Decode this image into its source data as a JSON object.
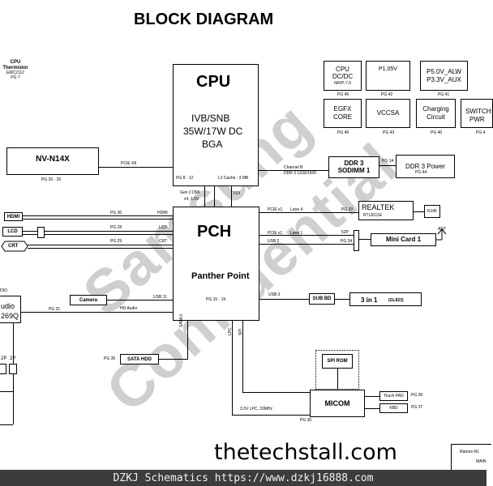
{
  "title": "BLOCK DIAGRAM",
  "watermark": {
    "line1": "Samsung",
    "line2": "Confidential"
  },
  "site_mark": "thetechstall.com",
  "footer": "DZKJ Schematics https://www.dzkj16888.com",
  "cpu": {
    "title": "CPU",
    "line1": "IVB/SNB",
    "line2": "35W/17W DC",
    "line3": "BGA",
    "pg": "PG 8 - 12",
    "cache": "L3 Cache : 3 MB"
  },
  "pch": {
    "title": "PCH",
    "subtitle": "Panther Point",
    "pg": "PG 15 - 19"
  },
  "thermistor": {
    "l1": "CPU",
    "l2": "Thermistor",
    "l3": "EMC2112",
    "pg": "PG 7"
  },
  "gpu": {
    "label": "NV-N14X",
    "pg": "PG 20 - 25",
    "bus": "PCIE X8"
  },
  "power": {
    "dcdc": {
      "l1": "CPU",
      "l2": "DC/DC",
      "sub": "IMVP-7.0",
      "pg": "PG 45"
    },
    "p105": {
      "l1": "P1.05V",
      "pg": "PG 42"
    },
    "alw": {
      "l1": "P5.0V_ALW",
      "l2": "P3.3V_AUX",
      "pg": "PG 41"
    },
    "egfx": {
      "l1": "EGFX",
      "l2": "CORE",
      "pg": "PG 46"
    },
    "vccsa": {
      "l1": "VCCSA",
      "pg": "PG 43"
    },
    "charging": {
      "l1": "Charging",
      "l2": "Circuit",
      "pg": "PG 40"
    },
    "switch": {
      "l1": "SWITCH",
      "l2": "PWR"
    },
    "switch_pg": "PG 4"
  },
  "ddr": {
    "l1": "DDR 3",
    "l2": "SODIMM 1",
    "pg": "PG 14",
    "power": "DDR 3 Power",
    "power_pg": "PG 44",
    "channel": "Channel B",
    "speed": "DDR 3 1333/1600"
  },
  "links": {
    "gen2dmi": "Gen 2 DMI",
    "x4": "x4, 1.5V",
    "fdi": "FDI",
    "hdmi": "HDMI",
    "lcd": "LCD",
    "crt": "CRT",
    "pg30": "PG 30",
    "pg28": "PG 28",
    "pg29": "PG 29",
    "usb11": "USB 11",
    "hdaudio": "HD Audio",
    "sata0": "SATA 0",
    "lpc": "LPC",
    "spi": "SPI",
    "usb3": "USB 3",
    "usb2": "USB 2",
    "pciex1a": "PCIE x1",
    "lane4": "Lane 4",
    "pciex1b": "PCIE x1",
    "lane1": "Lane 1",
    "e2p": "52P",
    "ant": "ANT"
  },
  "left": {
    "hdmi": "HDMI",
    "lcd": "LCD",
    "crt": "CRT",
    "camera": "Camera",
    "audio_l1": "DIO",
    "audio_l2": "udio",
    "audio_l3": "269Q",
    "pg31": "PG 31",
    "p2a": "2P",
    "p2b": "2P"
  },
  "realtek": {
    "l1": "REALTEK",
    "l2": "RTL8111E",
    "pg": "PG 33",
    "rj45": "RJ45"
  },
  "minicard": {
    "label": "Mini Card 1",
    "pg": "PG 34"
  },
  "subbd": {
    "label": "SUB BD",
    "card": "3 in 1",
    "chip": "(GL823)"
  },
  "sata": {
    "label": "SATA HDD",
    "pg": "PG 35"
  },
  "spirom": {
    "label": "SPI ROM"
  },
  "micom": {
    "label": "MICOM",
    "pg": "PG 36",
    "lpc_speed": "3.3V LPC, 33MHz"
  },
  "touchpad": {
    "label": "Touch PAD",
    "pg": "PG 39"
  },
  "kbd": {
    "label": "KBD",
    "pg": "PG 37"
  },
  "corner": {
    "l1": "Ramos-N1",
    "l2": "MAIN"
  }
}
